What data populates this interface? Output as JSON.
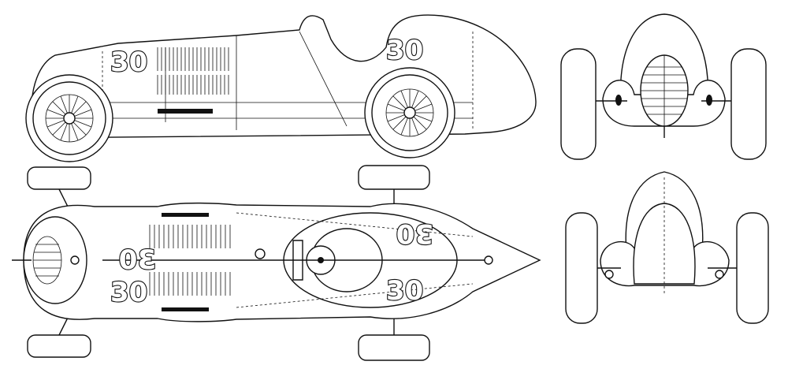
{
  "drawing": {
    "car_number": "30",
    "views": [
      "side",
      "front",
      "top",
      "rear"
    ]
  }
}
